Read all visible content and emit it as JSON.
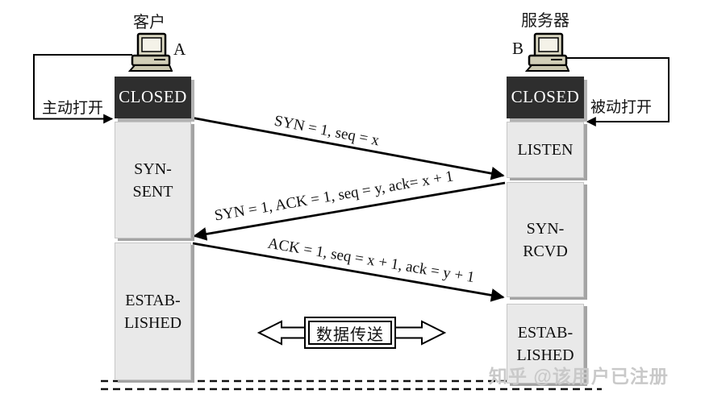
{
  "client": {
    "title": "客户",
    "host_label": "A",
    "open_label": "主动打开",
    "states": [
      "CLOSED",
      "SYN-\nSENT",
      "ESTAB-\nLISHED"
    ]
  },
  "server": {
    "title": "服务器",
    "host_label": "B",
    "open_label": "被动打开",
    "states": [
      "CLOSED",
      "LISTEN",
      "SYN-\nRCVD",
      "ESTAB-\nLISHED"
    ]
  },
  "messages": [
    {
      "label": "SYN = 1, seq = x",
      "from": "client",
      "to": "server"
    },
    {
      "label": "SYN = 1, ACK = 1, seq = y, ack= x + 1",
      "from": "server",
      "to": "client"
    },
    {
      "label": "ACK = 1, seq = x + 1, ack = y + 1",
      "from": "client",
      "to": "server"
    }
  ],
  "data_transfer": {
    "label": "数据传送"
  },
  "watermark": "知乎 @该用户已注册",
  "colors": {
    "state_dark_bg": "#2e2e2e",
    "state_light_bg": "#e9e9e9",
    "line": "#000000",
    "watermark_text": "#c9c9c9",
    "computer_body": "#d8d5c0"
  }
}
